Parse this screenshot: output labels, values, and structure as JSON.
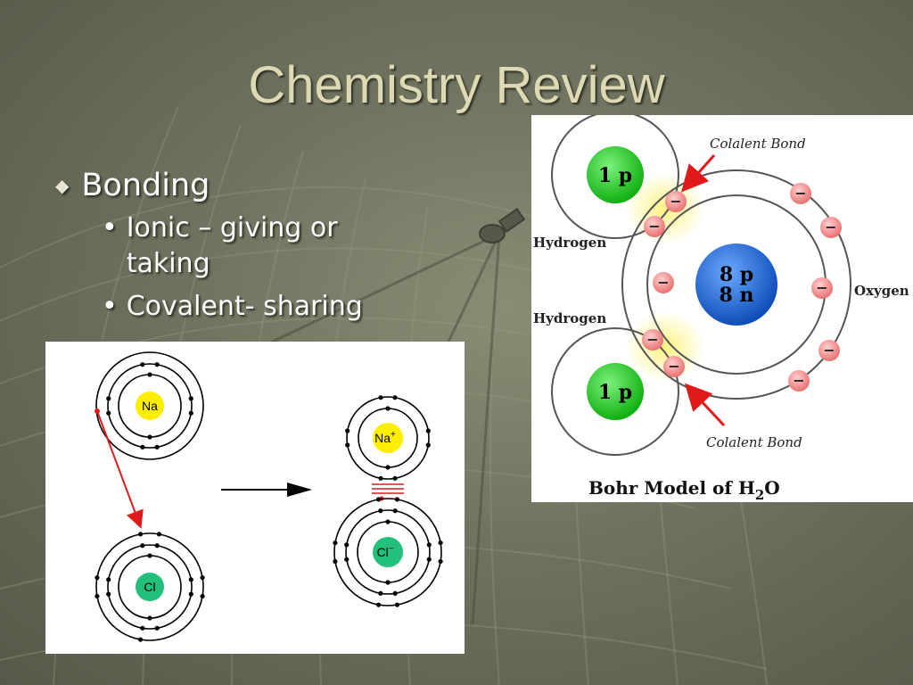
{
  "slide": {
    "title": "Chemistry Review",
    "bullets": {
      "main": "Bonding",
      "subs": [
        "Ionic – giving or taking",
        "Covalent- sharing"
      ]
    }
  },
  "ionic_diagram": {
    "atoms": {
      "na": "Na",
      "cl": "Cl",
      "na_ion": "Na",
      "na_charge": "+",
      "cl_ion": "Cl",
      "cl_charge": "−"
    }
  },
  "water_diagram": {
    "bond_label_top": "Colalent Bond",
    "bond_label_bottom": "Colalent Bond",
    "hydrogen_top": "Hydrogen",
    "hydrogen_bottom": "Hydrogen",
    "oxygen": "Oxygen",
    "h_nucleus_top": "1 p",
    "h_nucleus_bottom": "1 p",
    "o_nucleus_p": "8 p",
    "o_nucleus_n": "8 n",
    "caption_main": "Bohr Model of H",
    "caption_sub": "2",
    "caption_end": "O",
    "electron_symbol": "−"
  },
  "colors": {
    "title": "#ddd9b4",
    "na_fill": "#ffee00",
    "cl_fill": "#22c07a",
    "h_nucleus": "#22cc22",
    "o_nucleus": "#1a5fcc",
    "electron": "#f08a8a",
    "arrow": "#e01a1a"
  }
}
